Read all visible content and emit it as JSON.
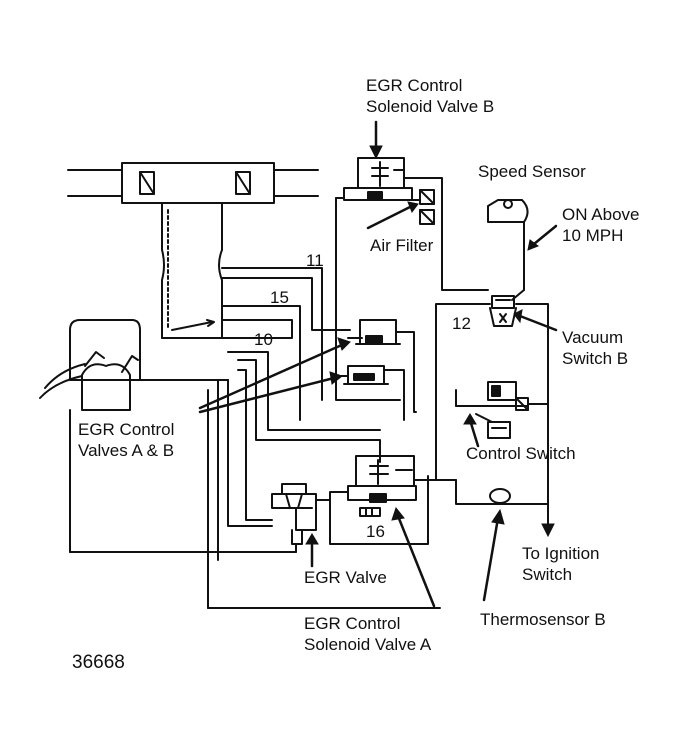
{
  "labels": {
    "egr_solenoid_b_line1": "EGR Control",
    "egr_solenoid_b_line2": "Solenoid Valve B",
    "speed_sensor": "Speed Sensor",
    "on_above_line1": "ON Above",
    "on_above_line2": "10 MPH",
    "air_filter": "Air Filter",
    "vacuum_switch_b_line1": "Vacuum",
    "vacuum_switch_b_line2": "Switch B",
    "egr_valves_ab_line1": "EGR Control",
    "egr_valves_ab_line2": "Valves A & B",
    "control_switch": "Control Switch",
    "egr_valve": "EGR Valve",
    "to_ignition_line1": "To Ignition",
    "to_ignition_line2": "Switch",
    "egr_solenoid_a_line1": "EGR Control",
    "egr_solenoid_a_line2": "Solenoid Valve A",
    "thermosensor_b": "Thermosensor B"
  },
  "hose_numbers": {
    "n11": "11",
    "n15": "15",
    "n10": "10",
    "n12": "12",
    "n16": "16"
  },
  "figure_number": "36668",
  "colors": {
    "ink": "#111111",
    "paper": "#ffffff"
  }
}
